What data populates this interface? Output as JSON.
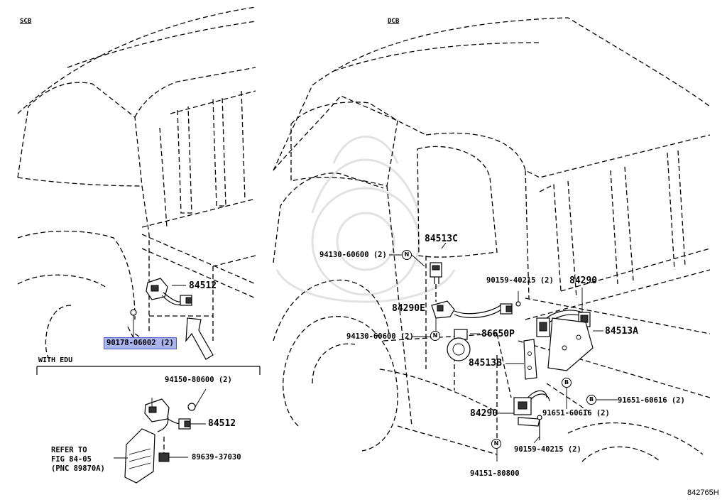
{
  "left_view_label": "SCB",
  "right_view_label": "DCB",
  "figure_code": "842765H",
  "section_label": "WITH EDU",
  "refer_note": [
    "REFER TO",
    "FIG 84-05",
    "(PNC 89870A)"
  ],
  "callout_markers": {
    "n": "N",
    "b": "B"
  },
  "left_parts": {
    "sensor": "84512",
    "bolt_highlighted": "90178-06002 (2)"
  },
  "edu_parts": {
    "bolt": "94150-80600 (2)",
    "sensor": "84512",
    "connector": "89639-37030"
  },
  "right_parts": {
    "switch_c": "84513C",
    "bolt_top": "94130-60600 (2)",
    "screw_top": "90159-40215 (2)",
    "wire_top": "84290",
    "wire_e": "84290E",
    "relay": "86650P",
    "bolt_mid": "94130-60600 (2)",
    "switch_a": "84513A",
    "switch_b": "84513B",
    "wire_bottom": "84290",
    "bolt_b_mid": "91651-60616 (2)",
    "bolt_b_right": "91651-60616 (2)",
    "screw_bottom": "90159-40215 (2)",
    "bolt_bottom": "94151-80800"
  }
}
